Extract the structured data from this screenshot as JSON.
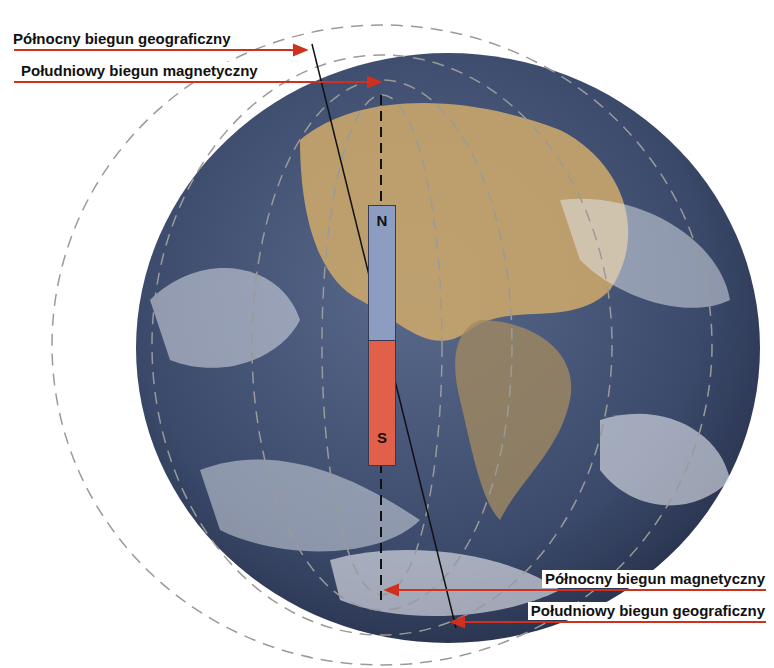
{
  "diagram": {
    "nodes": [
      {
        "text": [
          "N"
        ]
      },
      {
        "text": [
          "S"
        ]
      }
    ],
    "labels": [
      "Północny biegun geograficzny",
      "Południowy biegun magnetyczny",
      "Północny biegun magnetyczny",
      "Południowy biegun geograficzny"
    ]
  }
}
